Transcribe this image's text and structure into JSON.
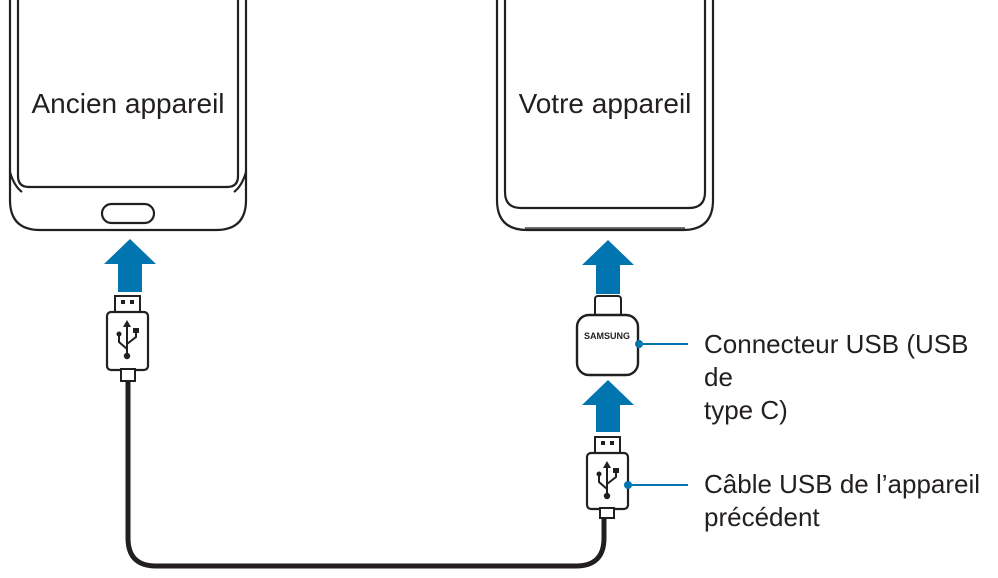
{
  "old_device": {
    "label": "Ancien appareil"
  },
  "new_device": {
    "label": "Votre appareil"
  },
  "connector": {
    "brand": "SAMSUNG"
  },
  "callouts": {
    "usb_connector": {
      "line1": "Connecteur USB (USB de",
      "line2": "type C)"
    },
    "cable": {
      "line1": "Câble USB de l’appareil",
      "line2": "précédent"
    }
  },
  "colors": {
    "arrow": "#0075b0",
    "outline": "#231f20",
    "phone_fill": "#ffffff",
    "callout_line": "#0075b0"
  },
  "icons": [
    "usb-symbol-icon",
    "up-arrow-icon"
  ]
}
